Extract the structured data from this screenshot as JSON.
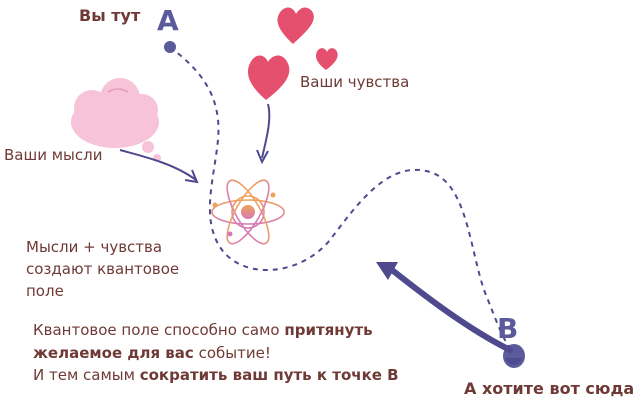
{
  "labels": {
    "you_are_here": "Вы тут",
    "want_here": "А хотите вот сюда",
    "point_a": "A",
    "point_b": "B",
    "your_feelings": "Ваши чувства",
    "your_thoughts": "Ваши мысли",
    "thoughts_plus_feelings": "Мысли + чувства создают квантовое поле"
  },
  "message": {
    "line1_normal": "Квантовое поле способно само ",
    "line1_bold": "притянуть",
    "line2_bold": "желаемое для вас",
    "line2_normal": " событие!",
    "line3_normal": "И тем самым ",
    "line3_bold": "сократить ваш путь к точке B"
  },
  "icons": {
    "hearts": "heart-icon",
    "cloud": "thought-cloud-icon",
    "atom": "atom-icon"
  },
  "colors": {
    "path": "#4f4a8e",
    "text_brown": "#6f3a35",
    "heart": "#e5506e",
    "cloud": "#f7c3d8",
    "atom_orange": "#f0a25a",
    "atom_pink": "#d57ab8"
  }
}
